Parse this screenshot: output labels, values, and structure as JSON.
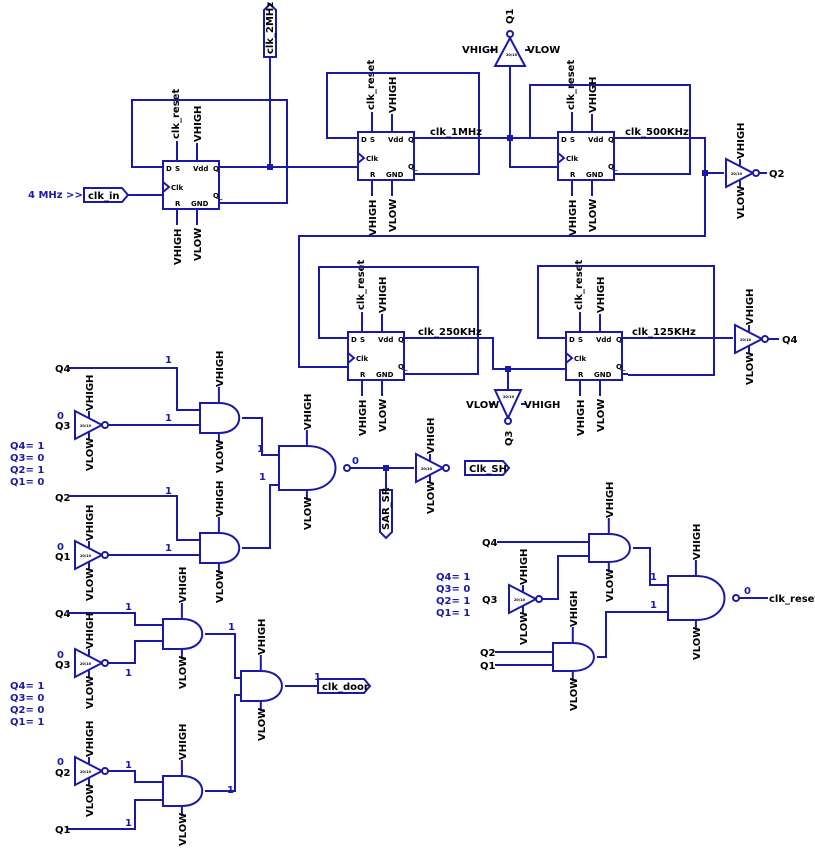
{
  "colors": {
    "wire": "#1a1aa6",
    "text": "#000000",
    "value_text": "#1a1aa6"
  },
  "labels": {
    "clk_2mhz": "clk_2MHz",
    "clk_1mhz": "clk_1MHz",
    "clk_500khz": "clk_500KHz",
    "clk_250khz": "clk_250KHz",
    "clk_125khz": "clk_125KHz",
    "clk_in": "clk_in",
    "input_freq": "4 MHz >>",
    "clk_sh": "Clk_SH",
    "sar_sr": "SAR_SR",
    "clk_door": "clk_door",
    "clk_reset": "clk_reset"
  },
  "ff_pins": {
    "d": "D",
    "s": "S",
    "vdd": "Vdd",
    "q": "Q",
    "clk": "Clk",
    "r": "R",
    "gnd": "GND",
    "qbar": "Q_",
    "reset": "clk_reset"
  },
  "rails": {
    "high": "VHIGH",
    "low": "VLOW"
  },
  "inverter_size": "20/10",
  "signals": {
    "q1": "Q1",
    "q2": "Q2",
    "q3": "Q3",
    "q4": "Q4"
  },
  "logic": {
    "one": "1",
    "zero": "0"
  },
  "conditions": {
    "clk_sh": [
      "Q4= 1",
      "Q3= 0",
      "Q2= 1",
      "Q1= 0"
    ],
    "clk_door": [
      "Q4= 1",
      "Q3= 0",
      "Q2= 0",
      "Q1= 1"
    ],
    "clk_reset": [
      "Q4= 1",
      "Q3= 0",
      "Q2= 1",
      "Q1= 1"
    ]
  }
}
